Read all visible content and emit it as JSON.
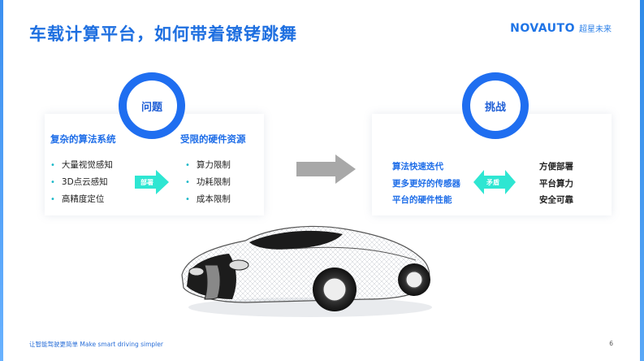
{
  "title": "车载计算平台，如何带着镣铐跳舞",
  "logo": {
    "brand": "NOVAUTO",
    "cn": "超星未来"
  },
  "left": {
    "circle": "问题",
    "software": {
      "heading": "复杂的算法系统",
      "items": [
        "大量视觉感知",
        "3D点云感知",
        "高精度定位"
      ]
    },
    "deploy_label": "部署",
    "hardware": {
      "heading": "受限的硬件资源",
      "items": [
        "算力限制",
        "功耗限制",
        "成本限制"
      ]
    }
  },
  "right": {
    "circle": "挑战",
    "challenges": [
      "算法快速迭代",
      "更多更好的传感器",
      "平台的硬件性能"
    ],
    "conflict_label": "矛盾",
    "requirements": [
      "方便部署",
      "平台算力",
      "安全可靠"
    ]
  },
  "footer": {
    "slogan": "让智能驾驶更简单 Make smart driving simpler",
    "page": "6"
  },
  "colors": {
    "brand_blue": "#1f6ee8",
    "teal_arrow": "#2ee6d2",
    "gray_arrow": "#a8a8a8"
  }
}
